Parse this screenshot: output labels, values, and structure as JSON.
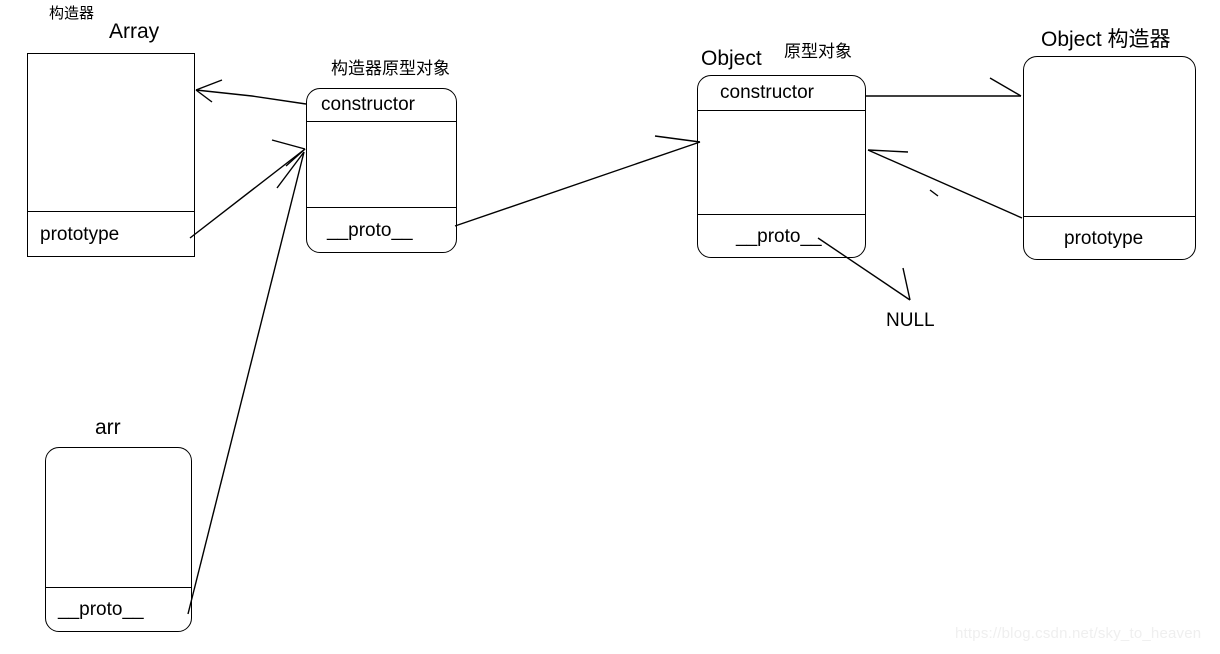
{
  "diagram": {
    "title_watermark": "https://blog.csdn.net/sky_to_heaven",
    "boxes": [
      {
        "id": "array-constructor",
        "caption_cjk": "构造器",
        "caption_latin": "Array",
        "rows": [
          {
            "label": ""
          },
          {
            "label": "prototype"
          }
        ]
      },
      {
        "id": "constructor-prototype-object",
        "caption_cjk": "构造器原型对象",
        "caption_latin": "",
        "rows": [
          {
            "label": "constructor"
          },
          {
            "label": ""
          },
          {
            "label": "__proto__"
          }
        ]
      },
      {
        "id": "object-prototype-object",
        "caption_cjk": "原型对象",
        "caption_latin": "Object",
        "rows": [
          {
            "label": "constructor"
          },
          {
            "label": ""
          },
          {
            "label": "__proto__"
          }
        ]
      },
      {
        "id": "object-constructor",
        "caption_cjk": "构造器",
        "caption_latin": "Object",
        "caption_full": "Object 构造器",
        "rows": [
          {
            "label": ""
          },
          {
            "label": "prototype"
          }
        ]
      },
      {
        "id": "arr-instance",
        "caption_cjk": "",
        "caption_latin": "arr",
        "rows": [
          {
            "label": ""
          },
          {
            "label": "__proto__"
          }
        ]
      }
    ],
    "terminals": [
      {
        "id": "null-terminal",
        "label": "NULL"
      }
    ]
  }
}
